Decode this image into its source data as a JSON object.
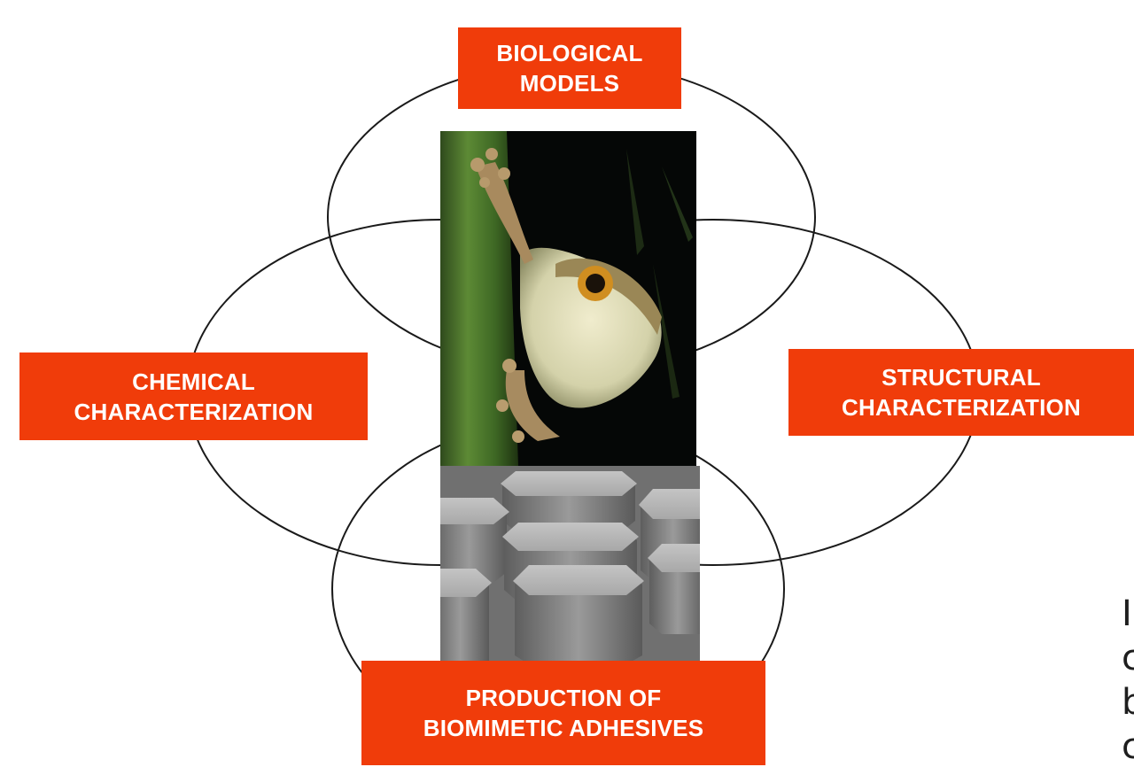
{
  "labels": {
    "top": [
      "BIOLOGICAL",
      "MODELS"
    ],
    "left": [
      "CHEMICAL",
      "CHARACTERIZATION"
    ],
    "right": [
      "STRUCTURAL",
      "CHARACTERIZATION"
    ],
    "bottom": [
      "PRODUCTION OF",
      "BIOMIMETIC ADHESIVES"
    ]
  },
  "images": {
    "top": "tree-frog-photo",
    "bottom": "micropillar-array-sem-image"
  },
  "cropped_text": [
    "I",
    "c",
    "b",
    "c"
  ],
  "colors": {
    "label_bg": "#f03c0a",
    "label_text": "#ffffff",
    "ellipse_stroke": "#1a1a1a",
    "background": "#ffffff"
  }
}
